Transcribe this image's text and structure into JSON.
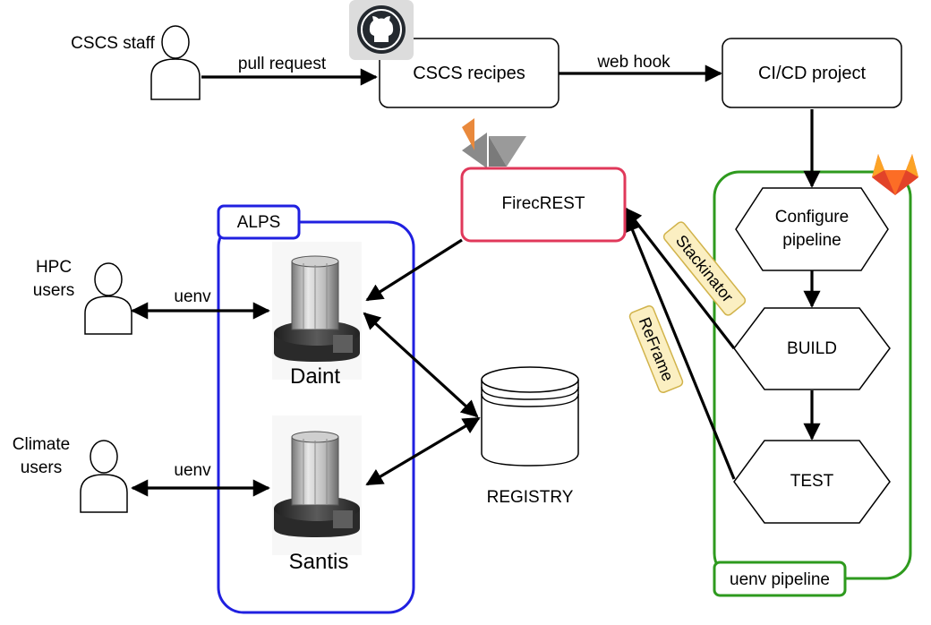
{
  "actors": {
    "cscs_staff": "CSCS staff",
    "hpc_users": [
      "HPC",
      "users"
    ],
    "climate_users": [
      "Climate",
      "users"
    ]
  },
  "nodes": {
    "cscs_recipes": "CSCS recipes",
    "cicd_project": "CI/CD project",
    "firecrest": "FirecREST",
    "configure_pipeline": [
      "Configure",
      "pipeline"
    ],
    "build": "BUILD",
    "test": "TEST",
    "registry": "REGISTRY",
    "daint": "Daint",
    "santis": "Santis"
  },
  "groups": {
    "alps": "ALPS",
    "uenv_pipeline": "uenv pipeline"
  },
  "edges": {
    "pull_request": "pull request",
    "web_hook": "web hook",
    "uenv_hpc": "uenv",
    "uenv_climate": "uenv",
    "stackinator": "Stackinator",
    "reframe": "ReFrame"
  },
  "icons": [
    "github-icon",
    "gitlab-icon",
    "firecrest-icon",
    "cluster-icon",
    "user-icon",
    "database-icon"
  ],
  "colors": {
    "alps_border": "#2020e0",
    "pipeline_border": "#2e9a1e",
    "firecrest_border": "#e0385a",
    "tag_fill": "#fbefc2",
    "tag_border": "#d1b34b",
    "gitlab_orange": "#e24329"
  }
}
